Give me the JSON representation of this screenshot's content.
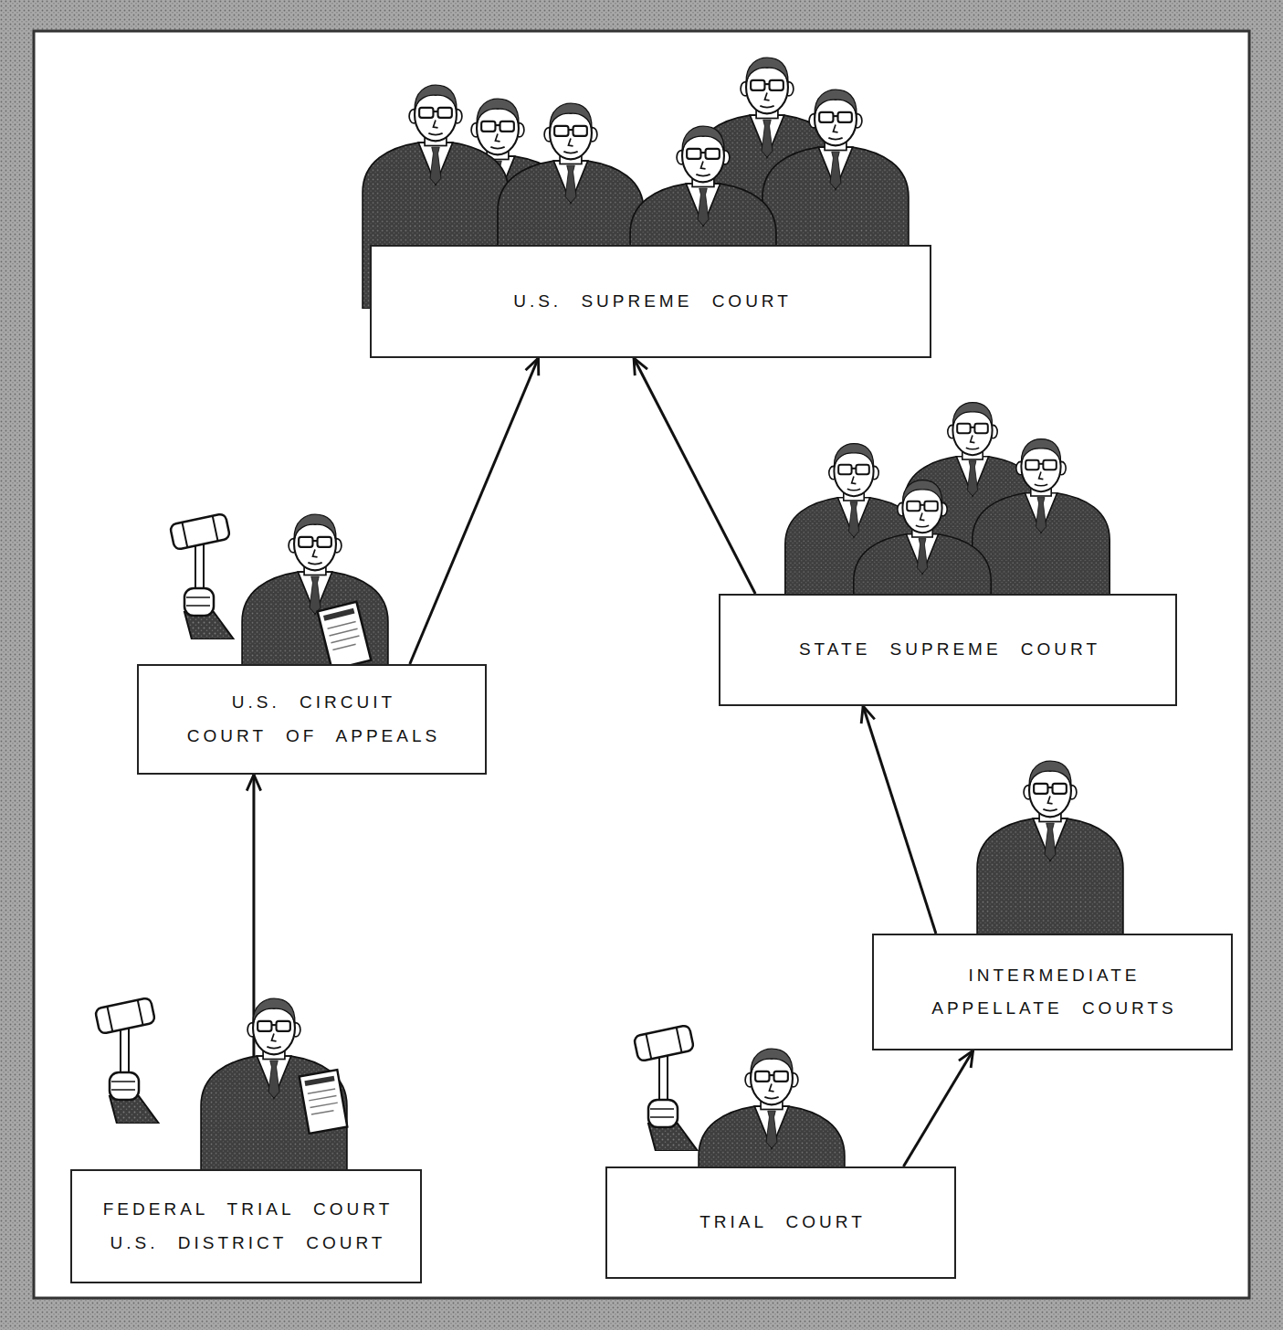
{
  "diagram": {
    "nodes": [
      {
        "text": [
          "U.S. SUPREME COURT"
        ]
      },
      {
        "text": [
          "STATE SUPREME COURT"
        ]
      },
      {
        "text": [
          "U.S. CIRCUIT COURT OF APPEALS"
        ]
      },
      {
        "text": [
          "INTERMEDIATE APPELLATE COURTS"
        ]
      },
      {
        "text": [
          "FEDERAL TRIAL COURT U.S. DISTRICT COURT"
        ]
      },
      {
        "text": [
          "TRIAL COURT"
        ]
      }
    ],
    "edges": [
      {
        "from": 4,
        "to": 2,
        "arrow": "to"
      },
      {
        "from": 2,
        "to": 0,
        "arrow": "to"
      },
      {
        "from": 5,
        "to": 3,
        "arrow": "to"
      },
      {
        "from": 3,
        "to": 1,
        "arrow": "to"
      },
      {
        "from": 1,
        "to": 0,
        "arrow": "to"
      }
    ]
  }
}
